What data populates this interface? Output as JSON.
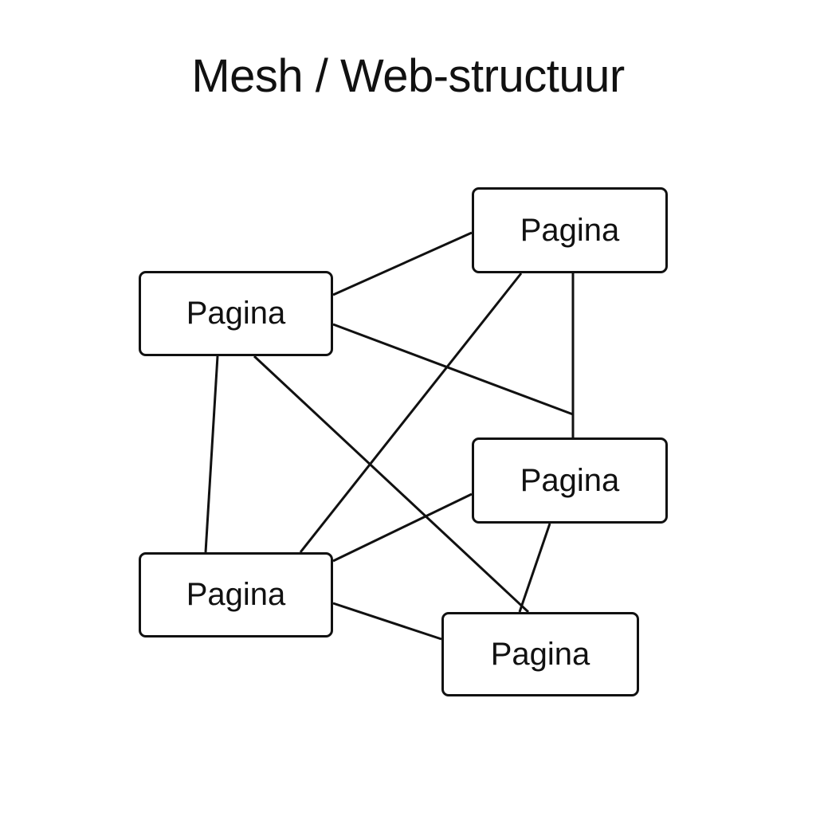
{
  "title": "Mesh / Web-structuur",
  "nodes": [
    {
      "id": "n1",
      "label": "Pagina"
    },
    {
      "id": "n2",
      "label": "Pagina"
    },
    {
      "id": "n3",
      "label": "Pagina"
    },
    {
      "id": "n4",
      "label": "Pagina"
    },
    {
      "id": "n5",
      "label": "Pagina"
    }
  ],
  "edges": [
    {
      "from": "n1",
      "to": "n2"
    },
    {
      "from": "n1",
      "to": "n3"
    },
    {
      "from": "n1",
      "to": "n4"
    },
    {
      "from": "n1",
      "to": "n5"
    },
    {
      "from": "n2",
      "to": "n3"
    },
    {
      "from": "n2",
      "to": "n4"
    },
    {
      "from": "n3",
      "to": "n4"
    },
    {
      "from": "n3",
      "to": "n5"
    },
    {
      "from": "n4",
      "to": "n5"
    }
  ],
  "colors": {
    "stroke": "#111111",
    "background": "#ffffff"
  }
}
